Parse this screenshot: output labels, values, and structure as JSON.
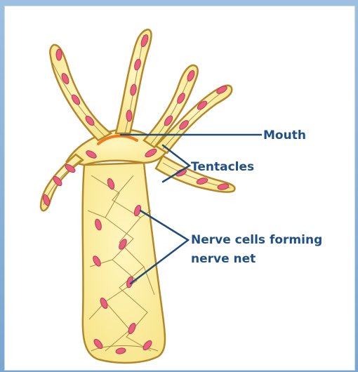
{
  "labels": {
    "mouth": "Mouth",
    "tentacles": "Tentacles",
    "nerve_line1": "Nerve cells forming",
    "nerve_line2": "nerve net"
  },
  "colors": {
    "body_fill": "#fbeea0",
    "outline": "#b3862b",
    "cell_fill": "#e8607e",
    "cell_stroke": "#b23a55",
    "label_text": "#1f4f86",
    "pointer_line": "#1f4a7a",
    "mouth_arc": "#f07a1e"
  }
}
